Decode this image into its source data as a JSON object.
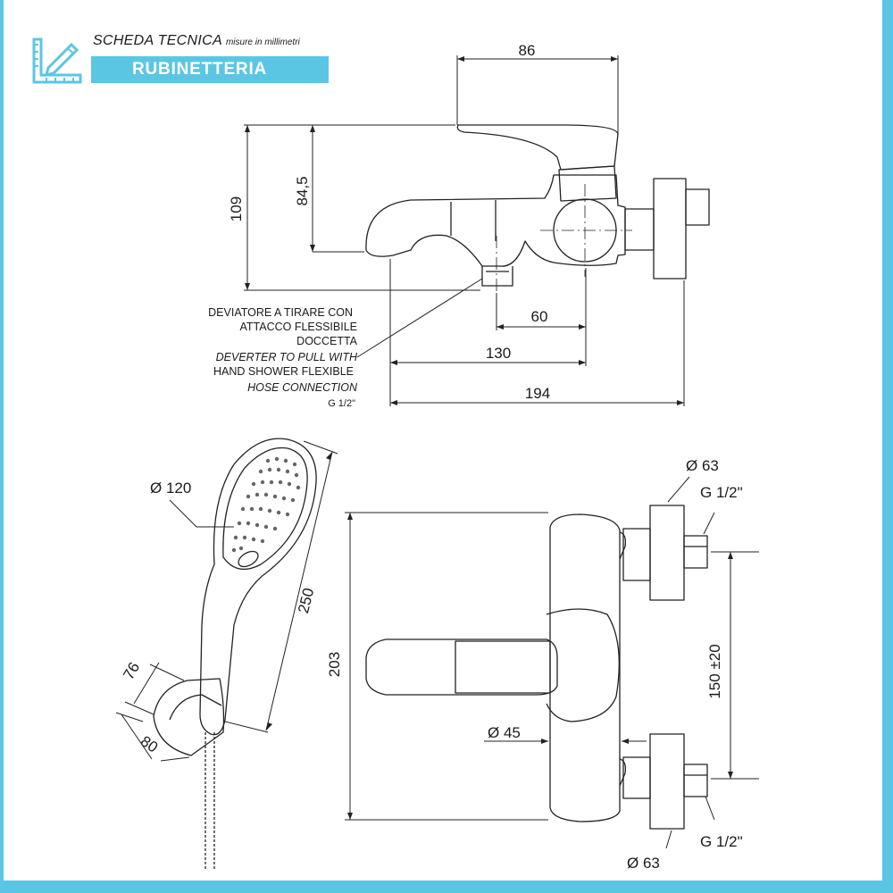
{
  "header": {
    "title": "SCHEDA TECNICA",
    "subtitle": "misure in millimetri",
    "banner": "RUBINETTERIA",
    "icon": "ruler-square-pencil-icon",
    "accent_color": "#5bc6e4"
  },
  "top_view": {
    "dim_86": "86",
    "dim_109": "109",
    "dim_84_5": "84,5",
    "dim_60": "60",
    "dim_130": "130",
    "dim_194": "194",
    "note_lines": [
      "DEVIATORE A TIRARE CON",
      "ATTACCO FLESSIBILE",
      "DOCCETTA",
      "DEVERTER TO PULL WITH",
      "HAND SHOWER FLEXIBLE",
      "HOSE CONNECTION",
      "G 1/2\""
    ]
  },
  "shower_view": {
    "dim_diameter": "Ø 120",
    "dim_250": "250",
    "dim_76": "76",
    "dim_80": "80"
  },
  "front_view": {
    "dim_63_top": "Ø 63",
    "g_top": "G 1/2\"",
    "dim_203": "203",
    "dim_150": "150 ±20",
    "dim_45": "Ø 45",
    "g_bottom": "G 1/2\"",
    "dim_63_bottom": "Ø 63"
  }
}
